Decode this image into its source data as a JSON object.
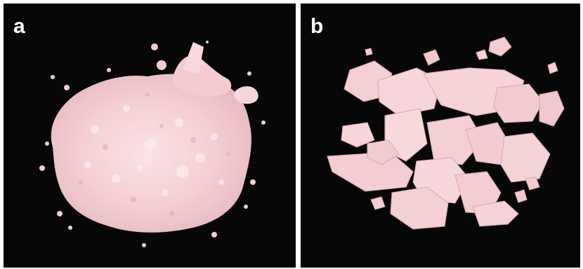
{
  "panels": [
    {
      "label": "a",
      "subject": "fine-pink-powder-pile"
    },
    {
      "label": "b",
      "subject": "pink-solid-flake-fragments"
    }
  ],
  "colors": {
    "background": "#070707",
    "powder": "#f6d4d8",
    "powder_highlight": "#fbe9ea",
    "powder_shadow": "#e3b4ba",
    "flake": "#f3cdd2",
    "flake_edge": "#d9a6ad",
    "label": "#ffffff",
    "frame": "#ffffff"
  }
}
